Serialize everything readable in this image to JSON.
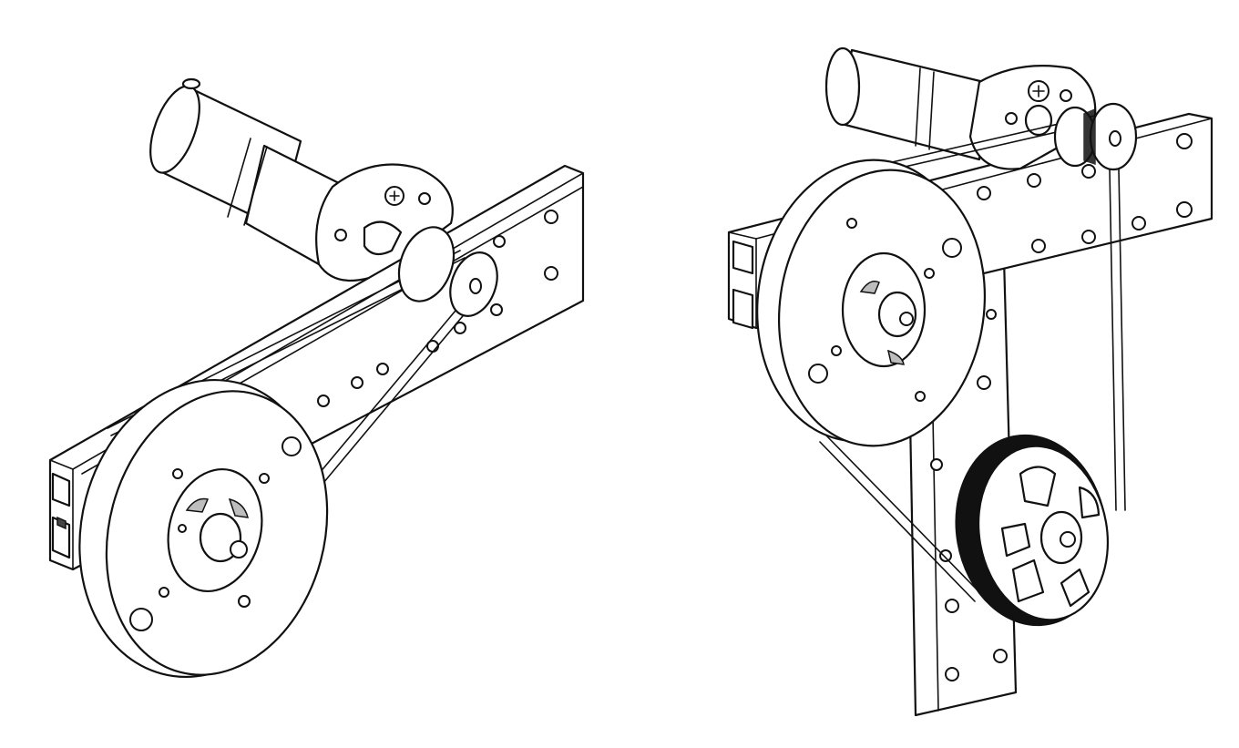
{
  "figure": {
    "background": "#ffffff",
    "line_color": "#111111",
    "assemblies": [
      {
        "id": "left",
        "components": [
          "dc-motor",
          "gearbox",
          "motor-mount",
          "aluminum-channel",
          "timing-belt",
          "small-pulley",
          "large-hub-disc"
        ]
      },
      {
        "id": "right",
        "components": [
          "dc-motor",
          "gearbox",
          "motor-mount",
          "horizontal-channel",
          "vertical-channel",
          "timing-belt",
          "small-pulley",
          "large-disc",
          "toothed-gear-pulley"
        ]
      }
    ]
  }
}
